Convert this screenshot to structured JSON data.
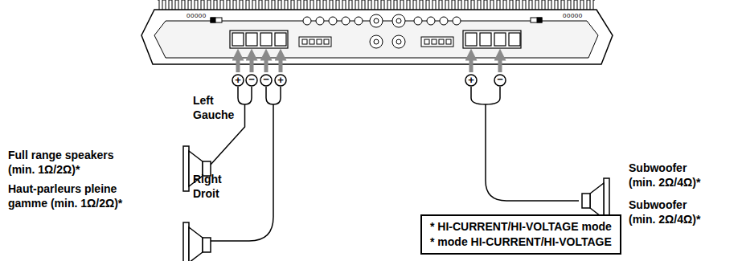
{
  "diagram": {
    "nodes": [
      {
        "text": [
          "* HI-CURRENT/HI-VOLTAGE mode",
          "* mode HI-CURRENT/HI-VOLTAGE"
        ]
      }
    ],
    "labels": [
      "00000",
      "00000",
      "+",
      "−",
      "−",
      "+",
      "+",
      "−",
      "Left",
      "Gauche",
      "Full range speakers (min. 1Ω/2Ω)*",
      "Haut-parleurs pleine gamme (min. 1Ω/2Ω)*",
      "Right",
      "Droit",
      "Subwoofer (min. 2Ω/4Ω)*",
      "Subwoofer (min. 2Ω/4Ω)*"
    ]
  }
}
